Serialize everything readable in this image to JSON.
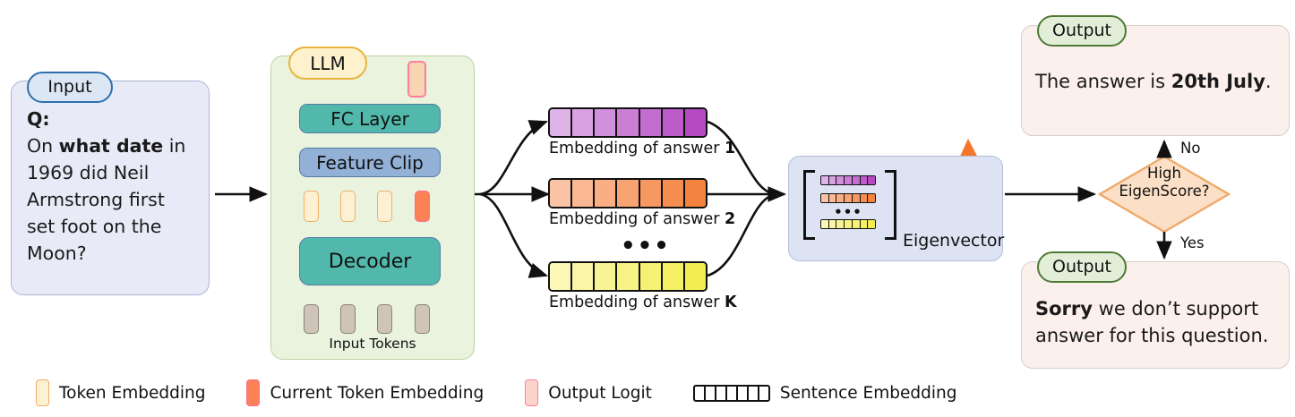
{
  "input": {
    "tag": "Input",
    "lines": [
      {
        "segments": [
          {
            "t": "Q:",
            "b": true
          }
        ]
      },
      {
        "segments": [
          {
            "t": "On ",
            "b": false
          },
          {
            "t": "what date",
            "b": true
          },
          {
            "t": " in",
            "b": false
          }
        ]
      },
      {
        "segments": [
          {
            "t": "1969 did Neil",
            "b": false
          }
        ]
      },
      {
        "segments": [
          {
            "t": "Armstrong first",
            "b": false
          }
        ]
      },
      {
        "segments": [
          {
            "t": "set foot on the",
            "b": false
          }
        ]
      },
      {
        "segments": [
          {
            "t": "Moon?",
            "b": false
          }
        ]
      }
    ]
  },
  "llm": {
    "tag": "LLM",
    "fc_layer": "FC Layer",
    "feature_clip": "Feature Clip",
    "decoder": "Decoder",
    "input_tokens_label": "Input Tokens"
  },
  "embeddings": {
    "cells_per_row": 7,
    "rows": [
      {
        "name": "answer-1",
        "label_prefix": "Embedding of answer ",
        "label_index": "1",
        "color_from": "#dfb3e8",
        "color_to": "#b44bc2"
      },
      {
        "name": "answer-2",
        "label_prefix": "Embedding of answer ",
        "label_index": "2",
        "color_from": "#fbc3a5",
        "color_to": "#f4833f"
      },
      {
        "name": "answer-K",
        "label_prefix": "Embedding of answer ",
        "label_index": "K",
        "color_from": "#fbf8b6",
        "color_to": "#f2ed52"
      }
    ],
    "ellipsis": "•••"
  },
  "eigen": {
    "label": "Eigenvector",
    "matrix_dots": "•••",
    "matrix_rows": [
      {
        "name": "matrix-row-purple",
        "color_from": "#dfb3e8",
        "color_to": "#b44bc2"
      },
      {
        "name": "matrix-row-orange",
        "color_from": "#fbc3a5",
        "color_to": "#f4833f"
      },
      {
        "name": "matrix-row-yellow",
        "color_from": "#fbf8b6",
        "color_to": "#f2ed52"
      }
    ],
    "arrows": [
      {
        "name": "eigen-arrow-orange",
        "color": "#f4762b"
      },
      {
        "name": "eigen-arrow-blue",
        "color": "#1f77d4"
      },
      {
        "name": "eigen-arrow-green",
        "color": "#0f8a55"
      }
    ]
  },
  "decision": {
    "line1": "High",
    "line2": "EigenScore?",
    "label_no": "No",
    "label_yes": "Yes",
    "fill": "#fbdfc6",
    "stroke": "#f0a96a"
  },
  "outputs": {
    "top": {
      "tag": "Output",
      "segments": [
        {
          "t": "The answer is ",
          "b": false
        },
        {
          "t": "20th July",
          "b": true
        },
        {
          "t": ".",
          "b": false
        }
      ]
    },
    "bottom": {
      "tag": "Output",
      "segments": [
        {
          "t": "Sorry",
          "b": true
        },
        {
          "t": " we don't support",
          "b": false
        },
        {
          "t": "\nanswer for this question.",
          "b": false
        }
      ],
      "line1_bold": "Sorry",
      "line1_rest": " we don’t support",
      "line2": "answer for this question."
    }
  },
  "legend": [
    {
      "name": "token-embedding",
      "swatch": "sw-token",
      "label": "Token Embedding"
    },
    {
      "name": "current-token-embedding",
      "swatch": "sw-cur",
      "label": "Current Token Embedding"
    },
    {
      "name": "output-logit",
      "swatch": "sw-logit",
      "label": "Output Logit"
    },
    {
      "name": "sentence-embedding",
      "swatch": "sw-sent",
      "label": "Sentence Embedding"
    }
  ],
  "colors": {
    "teal": "#52b8ab",
    "blue_block": "#93b0d6",
    "llm_bg": "#e9f3de",
    "input_bg": "#e8ebf7",
    "eigen_bg": "#dee3f3",
    "output_bg": "#fcf0ec",
    "diamond": "#fbdfc6"
  }
}
